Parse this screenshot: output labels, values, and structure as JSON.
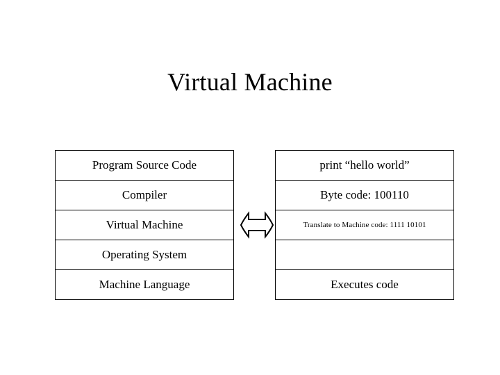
{
  "slide": {
    "title": "Virtual Machine",
    "background_color": "#ffffff",
    "text_color": "#000000",
    "border_color": "#000000"
  },
  "diagram": {
    "type": "two-column-stack",
    "left_stack": {
      "name": "execution-layer-stack",
      "rows": [
        "Program Source Code",
        "Compiler",
        "Virtual Machine",
        "Operating System",
        "Machine Language"
      ]
    },
    "right_stack": {
      "name": "example-stack",
      "rows": [
        "print “hello world”",
        "Byte code: 100110",
        "Translate to Machine  code: 1111 10101",
        "",
        "Executes code"
      ]
    },
    "connector": {
      "icon": "double-headed-arrow-icon",
      "aligned_row_index": 3,
      "aligned_left_row": "Virtual Machine",
      "aligned_right_row": "Translate to Machine  code: 1111 10101"
    }
  }
}
